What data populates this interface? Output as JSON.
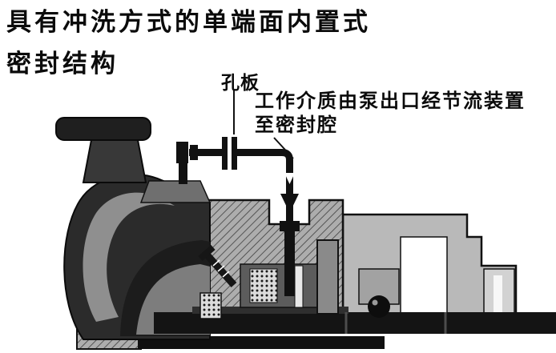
{
  "title": {
    "line1": "具有冲洗方式的单端面内置式",
    "line2": "密封结构"
  },
  "labels": {
    "orifice_plate": "孔板",
    "annotation_line1": "工作介质由泵出口经节流装置",
    "annotation_line2": "至密封腔"
  },
  "diagram": {
    "type": "pump-mechanical-seal-cross-section",
    "flow_arrow_direction": "down"
  },
  "colors": {
    "background": "#ffffff",
    "ink": "#111111",
    "dark_metal": "#2b2b2b",
    "mid_gray": "#8f8f8f",
    "light_gray": "#b9b9b9",
    "hatch_gray": "#adadad"
  }
}
